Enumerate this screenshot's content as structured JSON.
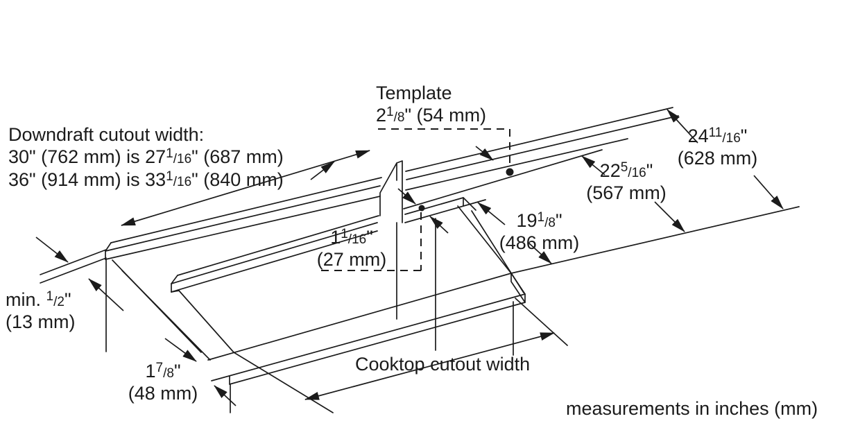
{
  "diagram": {
    "colors": {
      "line": "#1b1b1b",
      "background": "#ffffff"
    },
    "downdraft_note": {
      "heading": "Downdraft cutout width:",
      "row30": {
        "pre": "30\" (762 mm) is 27",
        "sup": "1",
        "den": "/16",
        "post": "\" (687 mm)"
      },
      "row36": {
        "pre": "36\" (914 mm) is 33",
        "sup": "1",
        "den": "/16",
        "post": "\" (840 mm)"
      }
    },
    "template_note": {
      "title": "Template",
      "dim": {
        "pre": "2",
        "sup": "1",
        "den": "/8",
        "post": "\" (54 mm)"
      }
    },
    "dims": {
      "d628": {
        "pre": "24",
        "sup": "11",
        "den": "/16",
        "post": "\"",
        "metric": "(628 mm)"
      },
      "d567": {
        "pre": "22",
        "sup": "5",
        "den": "/16",
        "post": "\"",
        "metric": "(567 mm)"
      },
      "d486": {
        "pre": "19",
        "sup": "1",
        "den": "/8",
        "post": "\"",
        "metric": "(486 mm)"
      },
      "d27": {
        "pre": "1",
        "sup": "1",
        "den": "/16",
        "post": "\"",
        "metric": "(27 mm)"
      },
      "d13": {
        "pre": "min. ",
        "sup": "1",
        "den": "/2",
        "post": "\"",
        "metric": "(13 mm)"
      },
      "d48": {
        "pre": "1",
        "sup": "7",
        "den": "/8",
        "post": "\"",
        "metric": "(48 mm)"
      }
    },
    "cooktop_width_label": "Cooktop cutout width",
    "footnote": "measurements in inches (mm)"
  }
}
